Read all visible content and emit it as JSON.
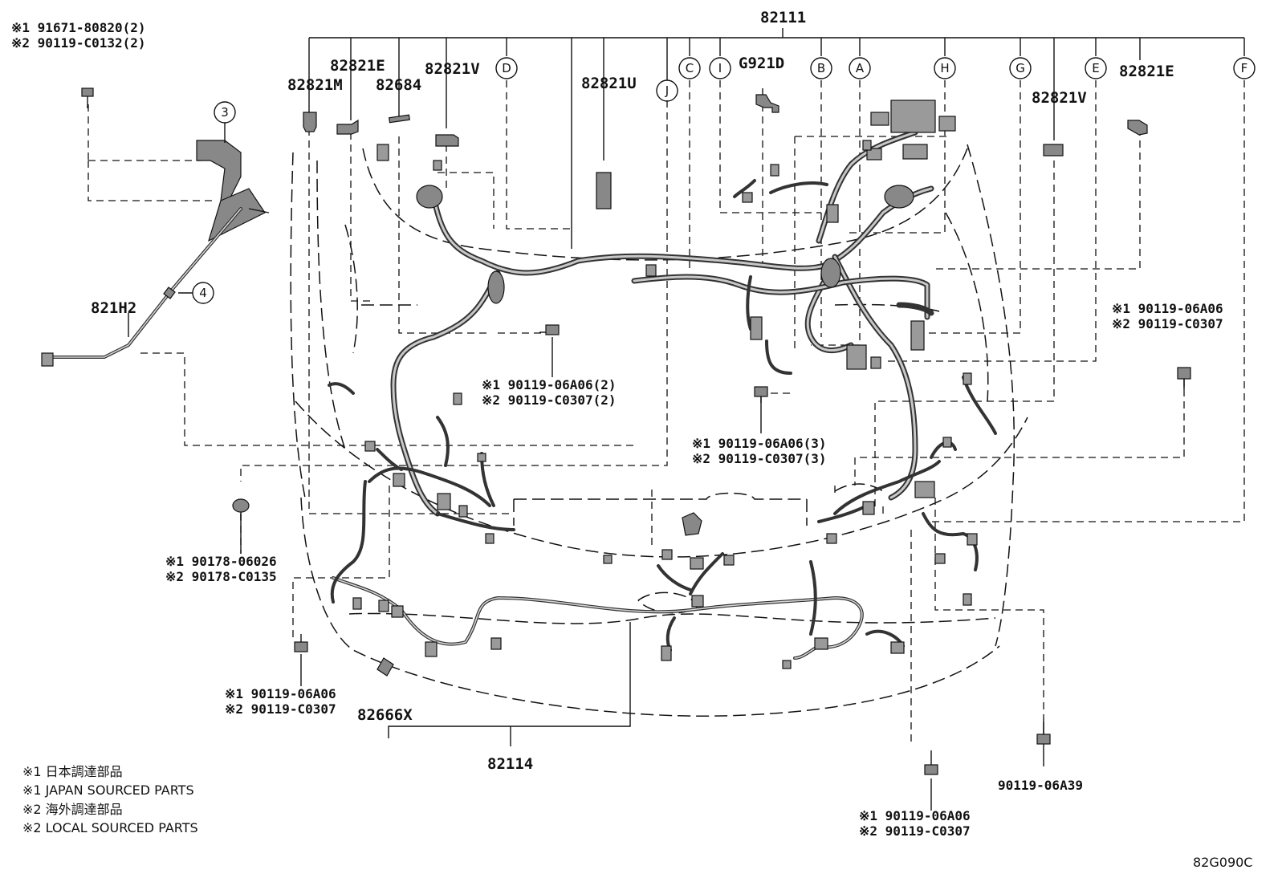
{
  "labels": {
    "main_harness": "82111",
    "sub_harness": "82114",
    "part_82821E_left": "82821E",
    "part_82821E_right": "82821E",
    "part_82821M": "82821M",
    "part_82684": "82684",
    "part_82821V_left": "82821V",
    "part_82821V_right": "82821V",
    "part_82821U": "82821U",
    "part_G921D": "G921D",
    "part_821H2": "821H2",
    "part_82666X": "82666X",
    "drawing_number": "82G090C"
  },
  "callouts": {
    "D": "D",
    "C": "C",
    "I": "I",
    "B": "B",
    "A": "A",
    "H": "H",
    "G": "G",
    "E": "E",
    "F": "F",
    "J": "J",
    "n3": "3",
    "n4": "4"
  },
  "bolt_notes": {
    "top_left_1": "※1 91671-80820(2)",
    "top_left_2": "※2 90119-C0132(2)",
    "center_left_1": "※1 90119-06A06(2)",
    "center_left_2": "※2 90119-C0307(2)",
    "center_1": "※1 90119-06A06(3)",
    "center_2": "※2 90119-C0307(3)",
    "right_1": "※1 90119-06A06",
    "right_2": "※2 90119-C0307",
    "left_clip_1": "※1 90178-06026",
    "left_clip_2": "※2 90178-C0135",
    "bottom_left_1": "※1 90119-06A06",
    "bottom_left_2": "※2 90119-C0307",
    "bottom_right_1": "※1 90119-06A06",
    "bottom_right_2": "※2 90119-C0307",
    "bottom_far_right": "90119-06A39"
  },
  "legend": {
    "line1": "※1 日本調達部品",
    "line2": "※1 JAPAN SOURCED PARTS",
    "line3": "※2 海外調達部品",
    "line4": "※2 LOCAL SOURCED PARTS"
  }
}
